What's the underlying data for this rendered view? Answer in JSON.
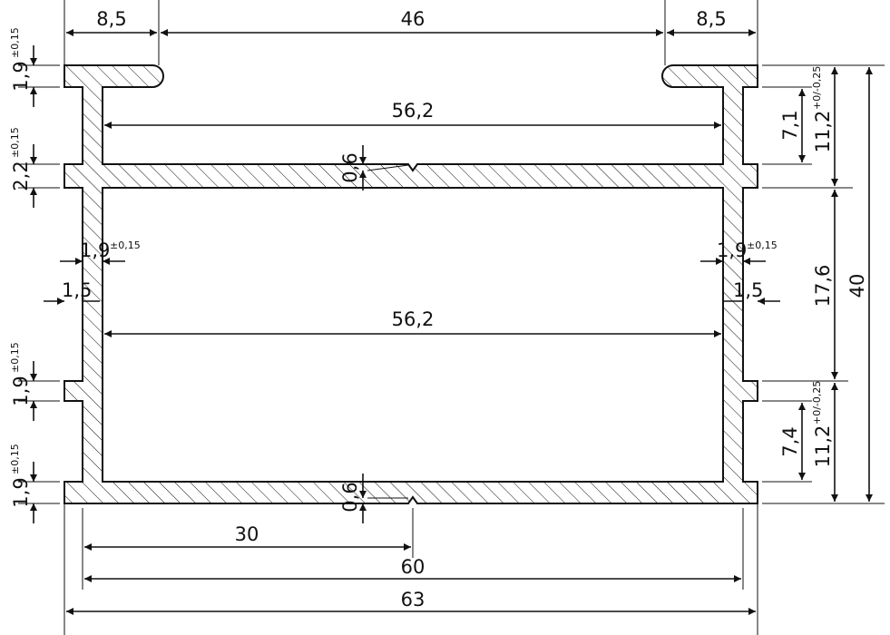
{
  "dimensions": {
    "top_left_flange": "8,5",
    "top_opening": "46",
    "top_right_flange": "8,5",
    "inner_width_upper": "56,2",
    "inner_width_lower": "56,2",
    "half_width": "30",
    "wall_outer_width": "60",
    "total_width": "63",
    "top_notch_depth": "0,6",
    "bottom_notch_depth": "0,6",
    "left_wall_thickness": "1,9",
    "left_wall_thickness_tol": "±0,15",
    "right_wall_thickness": "1,9",
    "right_wall_thickness_tol": "±0,15",
    "left_tab_width": "1,5",
    "right_tab_width": "1,5",
    "flange_thickness": "1,9",
    "flange_thickness_tol": "±0,15",
    "shelf_thickness": "2,2",
    "shelf_thickness_tol": "±0,15",
    "lower_tab_thickness": "1,9",
    "lower_tab_thickness_tol": "±0,15",
    "bottom_thickness": "1,9",
    "bottom_thickness_tol": "±0,15",
    "upper_slot_height": "7,1",
    "upper_section_height": "11,2",
    "upper_section_tol": "+0/-0,25",
    "middle_height": "17,6",
    "total_height": "40",
    "lower_slot_height": "7,4",
    "lower_section_height": "11,2",
    "lower_section_tol": "+0/-0,25"
  }
}
